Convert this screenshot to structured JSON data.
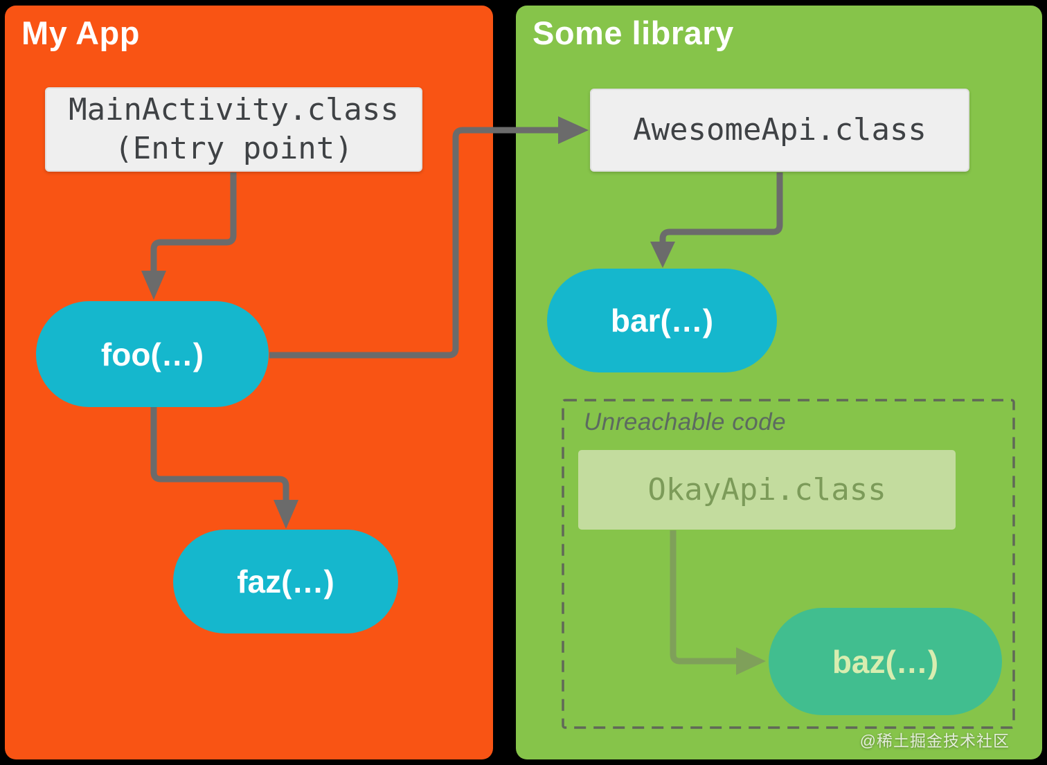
{
  "panels": {
    "app": {
      "title": "My App"
    },
    "library": {
      "title": "Some library"
    }
  },
  "nodes": {
    "main_activity": {
      "line1": "MainActivity.class",
      "line2": "(Entry point)",
      "type": "class"
    },
    "foo": {
      "label": "foo(…)",
      "type": "method"
    },
    "faz": {
      "label": "faz(…)",
      "type": "method"
    },
    "awesome_api": {
      "label": "AwesomeApi.class",
      "type": "class"
    },
    "bar": {
      "label": "bar(…)",
      "type": "method"
    },
    "okay_api": {
      "label": "OkayApi.class",
      "type": "unused-class"
    },
    "baz": {
      "label": "baz(…)",
      "type": "unused-method"
    }
  },
  "unreachable": {
    "label": "Unreachable code"
  },
  "edges": [
    {
      "from": "main_activity",
      "to": "foo"
    },
    {
      "from": "foo",
      "to": "faz"
    },
    {
      "from": "foo",
      "to": "awesome_api"
    },
    {
      "from": "awesome_api",
      "to": "bar"
    },
    {
      "from": "okay_api",
      "to": "baz"
    }
  ],
  "colors": {
    "background": "#000000",
    "app-panel": "#F95414",
    "library-panel": "#86C44A",
    "method-pill": "#15B7CD",
    "unused-pill": "#41BE8F",
    "unused-pill-text": "#D8EDB0",
    "class-box": "#EFEFEF",
    "class-box-text": "#3F4245",
    "unused-class-box": "#C3DC9E",
    "unused-class-text": "#7C9B59",
    "arrow": "#6B6B6B",
    "unused-arrow": "#7FA05A",
    "dashed-border": "#606858",
    "unreachable-label": "#5C6A60",
    "title-text": "#FFFFFF"
  },
  "watermark": {
    "text": "@稀土掘金技术社区"
  }
}
